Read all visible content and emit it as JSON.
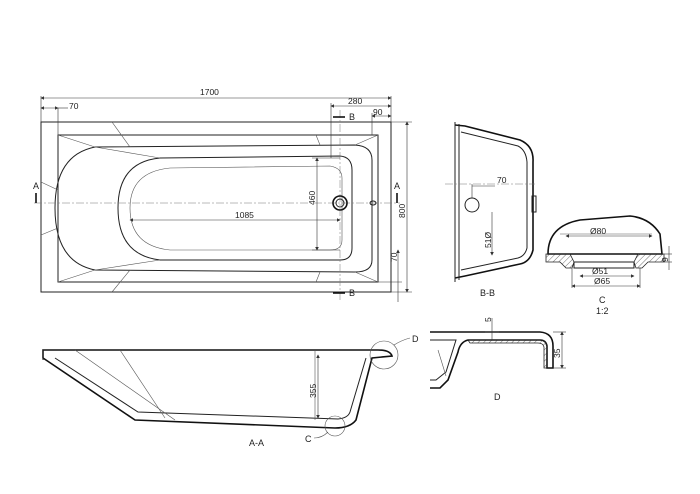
{
  "plan_view": {
    "dims": {
      "overall_length": "1700",
      "corner_offset": "70",
      "rim_length": "280",
      "rim_edge": "90",
      "inner_width": "460",
      "inner_length": "1085",
      "overall_width": "800",
      "side_offset": "70"
    },
    "section_markers": {
      "a_left": "A",
      "a_right": "A",
      "b_top": "B",
      "b_bottom": "B"
    }
  },
  "section_bb": {
    "label": "B-B",
    "dims": {
      "waste_offset": "70",
      "waste_height": "51Ø"
    }
  },
  "detail_c": {
    "label": "C",
    "scale": "1:2",
    "dims": {
      "outer_dia": "Ø80",
      "inner_dia": "Ø51",
      "base_dia": "Ø65",
      "height": "9"
    }
  },
  "section_aa": {
    "label": "A-A",
    "dims": {
      "depth": "355"
    },
    "callouts": {
      "c": "C",
      "d": "D"
    }
  },
  "detail_d": {
    "label": "D",
    "dims": {
      "thickness": "5",
      "height": "35"
    }
  }
}
